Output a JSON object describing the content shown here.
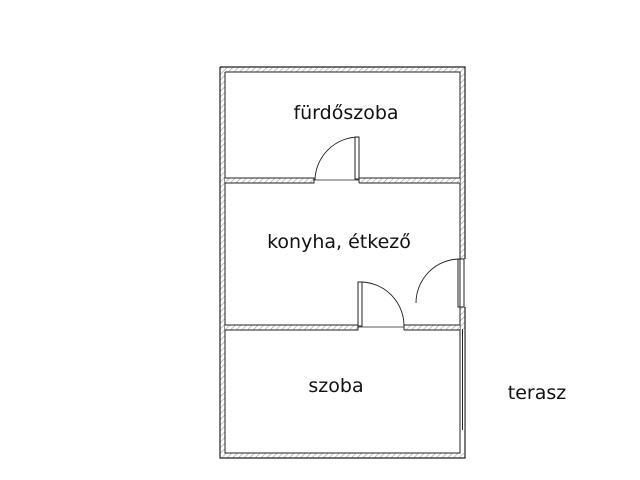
{
  "plan": {
    "rooms": {
      "bathroom": "fürdőszoba",
      "kitchen": "konyha, étkező",
      "room": "szoba",
      "terrace": "terasz"
    }
  },
  "colors": {
    "wall_stroke": "#222222",
    "wall_hatch": "#bfbfbf",
    "background": "#ffffff"
  }
}
